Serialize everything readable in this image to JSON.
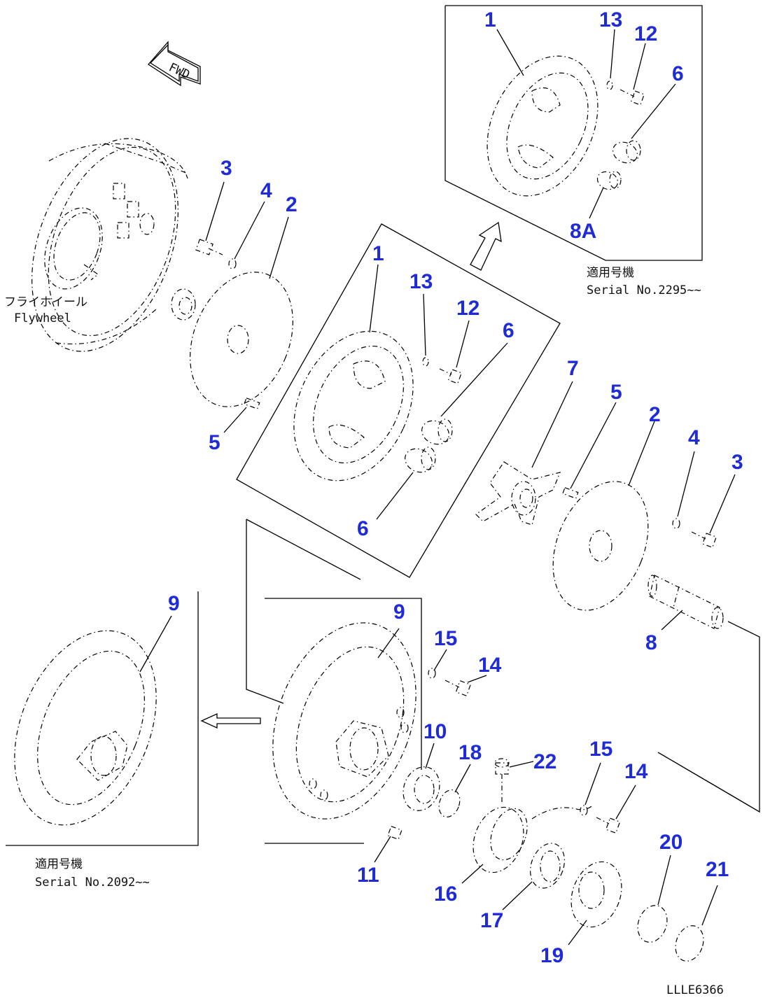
{
  "fwd_label": "FWD",
  "flywheel_label_jp": "フライホイール",
  "flywheel_label_en": "Flywheel",
  "serial_jp_a": "適用号機",
  "serial_a": "Serial No.2295~~",
  "serial_jp_b": "適用号機",
  "serial_b": "Serial No.2092~~",
  "drawing_code": "LLLE6366",
  "callouts": [
    {
      "id": "c1a",
      "text": "1"
    },
    {
      "id": "c13a",
      "text": "13"
    },
    {
      "id": "c12a",
      "text": "12"
    },
    {
      "id": "c6a",
      "text": "6"
    },
    {
      "id": "c8A",
      "text": "8A"
    },
    {
      "id": "c3a",
      "text": "3"
    },
    {
      "id": "c4a",
      "text": "4"
    },
    {
      "id": "c2a",
      "text": "2"
    },
    {
      "id": "c5a",
      "text": "5"
    },
    {
      "id": "c1b",
      "text": "1"
    },
    {
      "id": "c13b",
      "text": "13"
    },
    {
      "id": "c12b",
      "text": "12"
    },
    {
      "id": "c6b",
      "text": "6"
    },
    {
      "id": "c6c",
      "text": "6"
    },
    {
      "id": "c7",
      "text": "7"
    },
    {
      "id": "c5b",
      "text": "5"
    },
    {
      "id": "c2b",
      "text": "2"
    },
    {
      "id": "c4b",
      "text": "4"
    },
    {
      "id": "c3b",
      "text": "3"
    },
    {
      "id": "c8",
      "text": "8"
    },
    {
      "id": "c9a",
      "text": "9"
    },
    {
      "id": "c9b",
      "text": "9"
    },
    {
      "id": "c15a",
      "text": "15"
    },
    {
      "id": "c14a",
      "text": "14"
    },
    {
      "id": "c10",
      "text": "10"
    },
    {
      "id": "c18",
      "text": "18"
    },
    {
      "id": "c22",
      "text": "22"
    },
    {
      "id": "c15b",
      "text": "15"
    },
    {
      "id": "c14b",
      "text": "14"
    },
    {
      "id": "c11",
      "text": "11"
    },
    {
      "id": "c16",
      "text": "16"
    },
    {
      "id": "c17",
      "text": "17"
    },
    {
      "id": "c19",
      "text": "19"
    },
    {
      "id": "c20",
      "text": "20"
    },
    {
      "id": "c21",
      "text": "21"
    }
  ]
}
